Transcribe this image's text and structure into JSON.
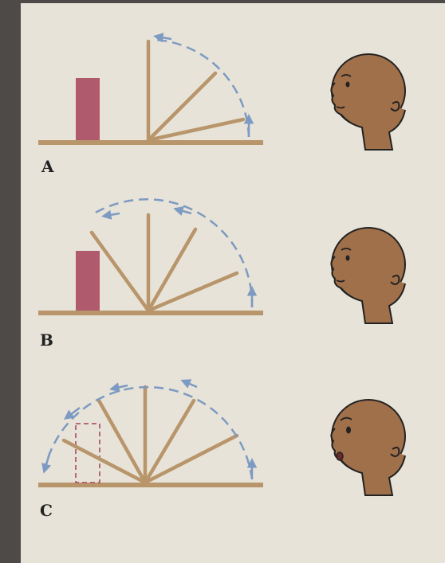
{
  "panels": [
    {
      "label": "A",
      "block": "solid",
      "rotation": "partial",
      "expression": "calm"
    },
    {
      "label": "B",
      "block": "solid",
      "rotation": "partial",
      "expression": "calm"
    },
    {
      "label": "C",
      "block": "dashed",
      "rotation": "full",
      "expression": "surprised"
    }
  ],
  "colors": {
    "paper": "#e7e3d8",
    "screen": "#b8956a",
    "block": "#b05a6d",
    "arrow": "#7d9ac2",
    "skin": "#a0704a",
    "outline": "#222222"
  },
  "icons": [
    "rotating-screen",
    "box-block",
    "rotation-arrow",
    "infant-head"
  ]
}
